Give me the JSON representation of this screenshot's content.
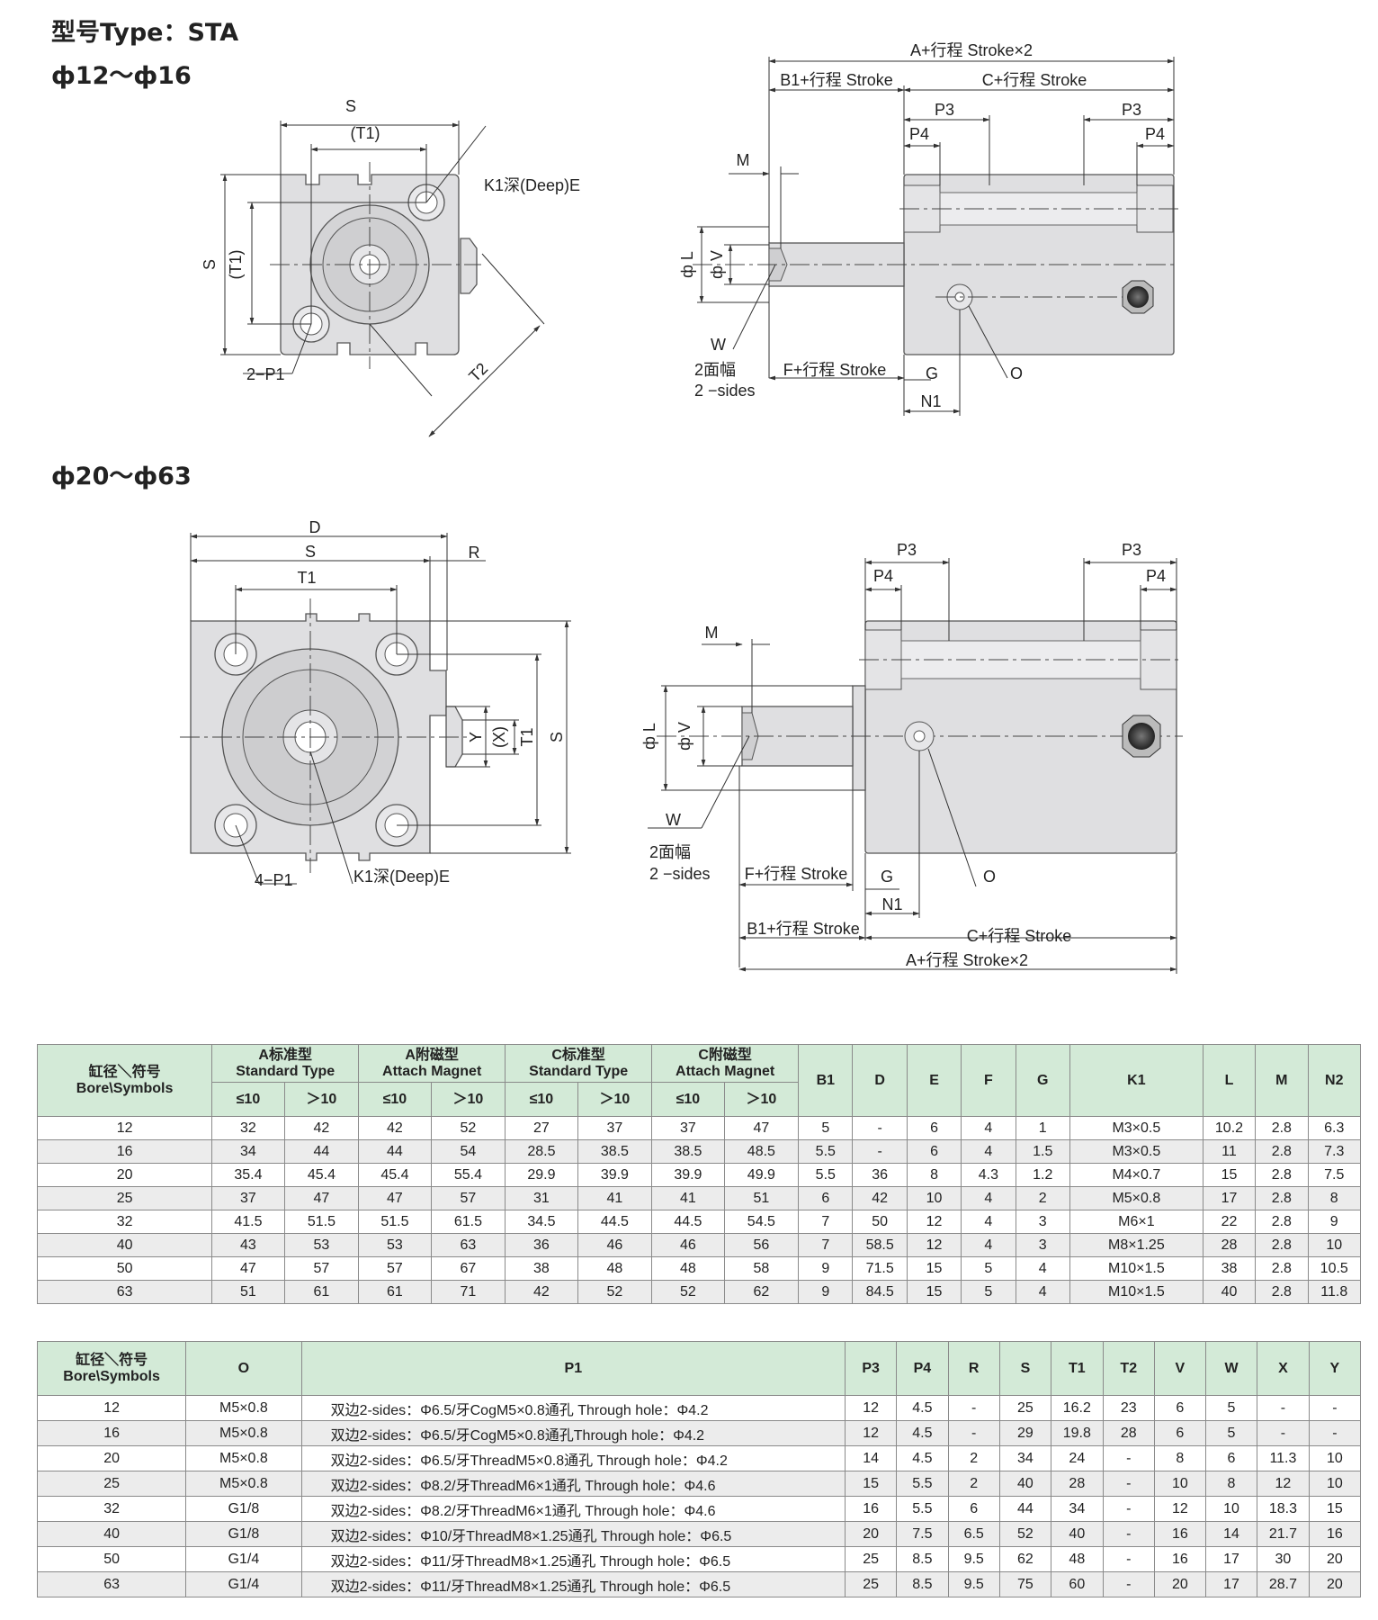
{
  "header": {
    "title": "型号Type：STA",
    "range1": "ф12～ф16",
    "range2": "ф20～ф63"
  },
  "drawing1": {
    "front": {
      "S": "S",
      "T1p": "(T1)",
      "S_v": "S",
      "T1p_v": "(T1)",
      "K1": "K1深(Deep)E",
      "P1": "2−P1",
      "T2": "T2"
    },
    "side": {
      "A": "A+行程 Stroke×2",
      "B1": "B1+行程 Stroke",
      "C": "C+行程 Stroke",
      "P3a": "P3",
      "P3b": "P3",
      "P4a": "P4",
      "P4b": "P4",
      "M": "M",
      "L": "ф L",
      "V": "ф V",
      "W": "W",
      "sides_cn": "2面幅",
      "sides_en": "2 −sides",
      "F": "F+行程 Stroke",
      "G": "G",
      "N1": "N1",
      "O": "O"
    }
  },
  "drawing2": {
    "front": {
      "D": "D",
      "S": "S",
      "R": "R",
      "T1": "T1",
      "Y": "Y",
      "X": "(X)",
      "T1v": "T1",
      "Sv": "S",
      "P1": "4−P1",
      "K1": "K1深(Deep)E"
    },
    "side": {
      "P3a": "P3",
      "P3b": "P3",
      "P4a": "P4",
      "P4b": "P4",
      "M": "M",
      "L": "ф L",
      "V": "ф V",
      "W": "W",
      "sides_cn": "2面幅",
      "sides_en": "2 −sides",
      "F": "F+行程 Stroke",
      "G": "G",
      "O": "O",
      "N1": "N1",
      "B1": "B1+行程 Stroke",
      "C": "C+行程 Stroke",
      "A": "A+行程 Stroke×2"
    }
  },
  "table1": {
    "bore_cn": "缸径＼符号",
    "bore_en": "Bore\\Symbols",
    "groups": [
      {
        "cn": "A标准型",
        "en": "Standard Type"
      },
      {
        "cn": "A附磁型",
        "en": "Attach Magnet"
      },
      {
        "cn": "C标准型",
        "en": "Standard Type"
      },
      {
        "cn": "C附磁型",
        "en": "Attach Magnet"
      }
    ],
    "subcols": [
      "≤10",
      "＞10",
      "≤10",
      "＞10",
      "≤10",
      "＞10",
      "≤10",
      "＞10"
    ],
    "cols": [
      "B1",
      "D",
      "E",
      "F",
      "G",
      "K1",
      "L",
      "M",
      "N2"
    ],
    "rows": [
      [
        "12",
        "32",
        "42",
        "42",
        "52",
        "27",
        "37",
        "37",
        "47",
        "5",
        "-",
        "6",
        "4",
        "1",
        "M3×0.5",
        "10.2",
        "2.8",
        "6.3"
      ],
      [
        "16",
        "34",
        "44",
        "44",
        "54",
        "28.5",
        "38.5",
        "38.5",
        "48.5",
        "5.5",
        "-",
        "6",
        "4",
        "1.5",
        "M3×0.5",
        "11",
        "2.8",
        "7.3"
      ],
      [
        "20",
        "35.4",
        "45.4",
        "45.4",
        "55.4",
        "29.9",
        "39.9",
        "39.9",
        "49.9",
        "5.5",
        "36",
        "8",
        "4.3",
        "1.2",
        "M4×0.7",
        "15",
        "2.8",
        "7.5"
      ],
      [
        "25",
        "37",
        "47",
        "47",
        "57",
        "31",
        "41",
        "41",
        "51",
        "6",
        "42",
        "10",
        "4",
        "2",
        "M5×0.8",
        "17",
        "2.8",
        "8"
      ],
      [
        "32",
        "41.5",
        "51.5",
        "51.5",
        "61.5",
        "34.5",
        "44.5",
        "44.5",
        "54.5",
        "7",
        "50",
        "12",
        "4",
        "3",
        "M6×1",
        "22",
        "2.8",
        "9"
      ],
      [
        "40",
        "43",
        "53",
        "53",
        "63",
        "36",
        "46",
        "46",
        "56",
        "7",
        "58.5",
        "12",
        "4",
        "3",
        "M8×1.25",
        "28",
        "2.8",
        "10"
      ],
      [
        "50",
        "47",
        "57",
        "57",
        "67",
        "38",
        "48",
        "48",
        "58",
        "9",
        "71.5",
        "15",
        "5",
        "4",
        "M10×1.5",
        "38",
        "2.8",
        "10.5"
      ],
      [
        "63",
        "51",
        "61",
        "61",
        "71",
        "42",
        "52",
        "52",
        "62",
        "9",
        "84.5",
        "15",
        "5",
        "4",
        "M10×1.5",
        "40",
        "2.8",
        "11.8"
      ]
    ]
  },
  "table2": {
    "bore_cn": "缸径＼符号",
    "bore_en": "Bore\\Symbols",
    "cols": [
      "O",
      "P1",
      "P3",
      "P4",
      "R",
      "S",
      "T1",
      "T2",
      "V",
      "W",
      "X",
      "Y"
    ],
    "rows": [
      [
        "12",
        "M5×0.8",
        "双边2-sides：Φ6.5/牙CogM5×0.8通孔 Through hole：Φ4.2",
        "12",
        "4.5",
        "-",
        "25",
        "16.2",
        "23",
        "6",
        "5",
        "-",
        "-"
      ],
      [
        "16",
        "M5×0.8",
        "双边2-sides：Φ6.5/牙CogM5×0.8通孔Through hole：Φ4.2",
        "12",
        "4.5",
        "-",
        "29",
        "19.8",
        "28",
        "6",
        "5",
        "-",
        "-"
      ],
      [
        "20",
        "M5×0.8",
        "双边2-sides：Φ6.5/牙ThreadM5×0.8通孔 Through hole：Φ4.2",
        "14",
        "4.5",
        "2",
        "34",
        "24",
        "-",
        "8",
        "6",
        "11.3",
        "10"
      ],
      [
        "25",
        "M5×0.8",
        "双边2-sides：Φ8.2/牙ThreadM6×1通孔 Through hole：Φ4.6",
        "15",
        "5.5",
        "2",
        "40",
        "28",
        "-",
        "10",
        "8",
        "12",
        "10"
      ],
      [
        "32",
        "G1/8",
        "双边2-sides：Φ8.2/牙ThreadM6×1通孔 Through hole：Φ4.6",
        "16",
        "5.5",
        "6",
        "44",
        "34",
        "-",
        "12",
        "10",
        "18.3",
        "15"
      ],
      [
        "40",
        "G1/8",
        "双边2-sides：Φ10/牙ThreadM8×1.25通孔 Through hole：Φ6.5",
        "20",
        "7.5",
        "6.5",
        "52",
        "40",
        "-",
        "16",
        "14",
        "21.7",
        "16"
      ],
      [
        "50",
        "G1/4",
        "双边2-sides：Φ11/牙ThreadM8×1.25通孔 Through hole：Φ6.5",
        "25",
        "8.5",
        "9.5",
        "62",
        "48",
        "-",
        "16",
        "17",
        "30",
        "20"
      ],
      [
        "63",
        "G1/4",
        "双边2-sides：Φ11/牙ThreadM8×1.25通孔 Through hole：Φ6.5",
        "25",
        "8.5",
        "9.5",
        "75",
        "60",
        "-",
        "20",
        "17",
        "28.7",
        "20"
      ]
    ]
  }
}
